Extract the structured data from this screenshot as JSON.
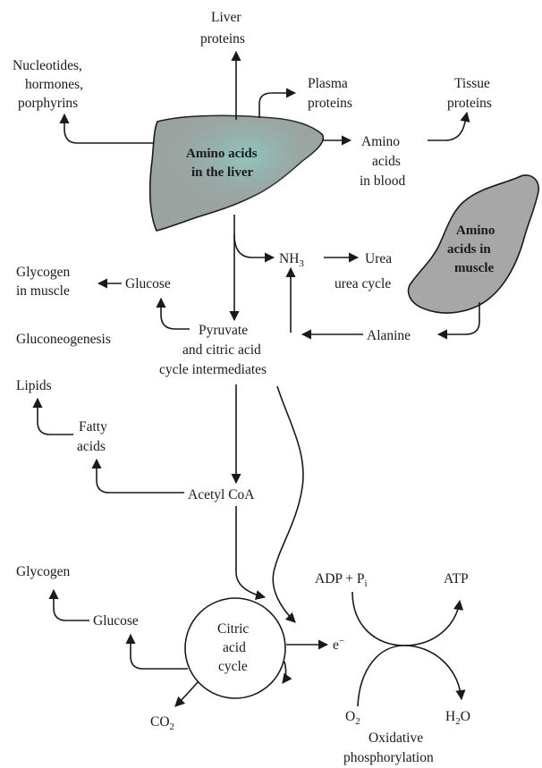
{
  "labels": {
    "liver_proteins_1": "Liver",
    "liver_proteins_2": "proteins",
    "nucleotides_1": "Nucleotides,",
    "nucleotides_2": "hormones,",
    "nucleotides_3": "porphyrins",
    "plasma_1": "Plasma",
    "plasma_2": "proteins",
    "tissue_1": "Tissue",
    "tissue_2": "proteins",
    "liver_aa_1": "Amino acids",
    "liver_aa_2": "in the liver",
    "blood_aa_1": "Amino",
    "blood_aa_2": "acids",
    "blood_aa_3": "in blood",
    "muscle_aa_1": "Amino",
    "muscle_aa_2": "acids in",
    "muscle_aa_3": "muscle",
    "nh3": "NH",
    "nh3_sub": "3",
    "urea": "Urea",
    "urea_cycle": "urea cycle",
    "glycogen_muscle_1": "Glycogen",
    "glycogen_muscle_2": "in muscle",
    "glucose_top": "Glucose",
    "gluconeogenesis": "Gluconeogenesis",
    "pyruvate_1": "Pyruvate",
    "pyruvate_2": "and citric acid",
    "pyruvate_3": "cycle intermediates",
    "alanine": "Alanine",
    "lipids": "Lipids",
    "fatty_1": "Fatty",
    "fatty_2": "acids",
    "acetyl_coa": "Acetyl  CoA",
    "glycogen_low": "Glycogen",
    "glucose_low": "Glucose",
    "cycle_1": "Citric",
    "cycle_2": "acid",
    "cycle_3": "cycle",
    "co2": "CO",
    "co2_sub": "2",
    "electron": "e",
    "electron_sup": "−",
    "adp": "ADP + P",
    "adp_sub": "i",
    "atp": "ATP",
    "o2": "O",
    "o2_sub": "2",
    "h2o_h": "H",
    "h2o_sub": "2",
    "h2o_o": "O",
    "oxphos_1": "Oxidative",
    "oxphos_2": "phosphorylation"
  },
  "colors": {
    "ink": "#1a1a1a",
    "liver_fill": "#9aa3a0",
    "liver_highlight": "#8fc7c0",
    "muscle_fill": "#a7a7a7"
  },
  "icons": {
    "liver": "liver-organ-shape",
    "muscle": "muscle-organ-shape"
  }
}
